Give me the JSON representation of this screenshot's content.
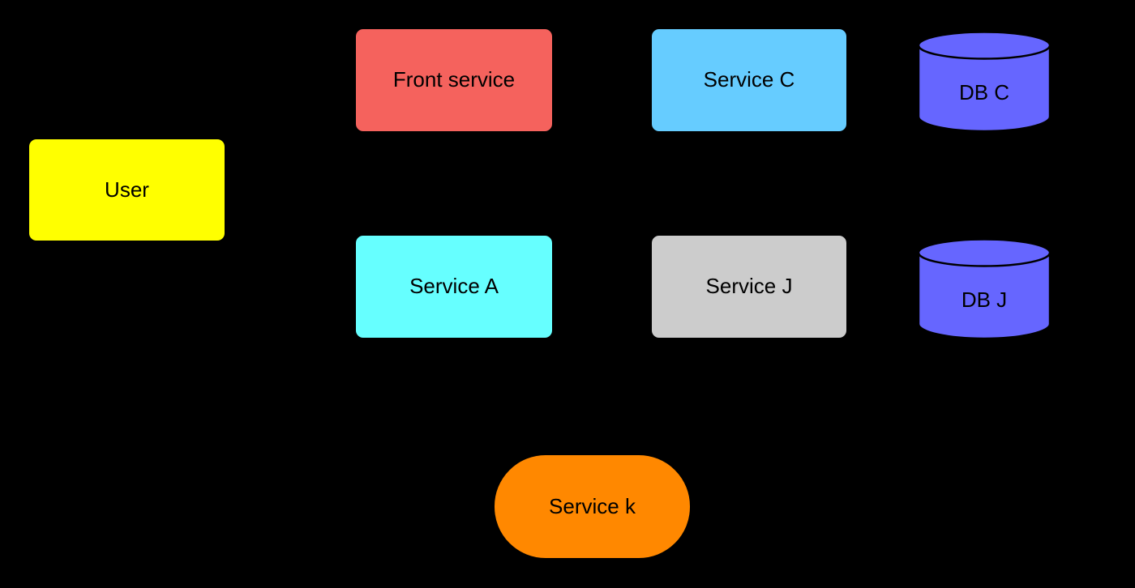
{
  "diagram": {
    "type": "flowchart",
    "background_color": "#000000",
    "text_color": "#000000",
    "nodes": [
      {
        "id": "front-service",
        "label": "Front service",
        "shape": "rounded-rectangle",
        "fill": "#F5625D"
      },
      {
        "id": "service-c",
        "label": "Service C",
        "shape": "rounded-rectangle",
        "fill": "#66CCFF"
      },
      {
        "id": "db-c",
        "label": "DB C",
        "shape": "cylinder",
        "fill": "#6666FF"
      },
      {
        "id": "user",
        "label": "User",
        "shape": "rounded-rectangle",
        "fill": "#FFFF00"
      },
      {
        "id": "service-a",
        "label": "Service A",
        "shape": "rounded-rectangle",
        "fill": "#66FFFF"
      },
      {
        "id": "service-j",
        "label": "Service J",
        "shape": "rounded-rectangle",
        "fill": "#CCCCCC"
      },
      {
        "id": "db-j",
        "label": "DB J",
        "shape": "cylinder",
        "fill": "#6666FF"
      },
      {
        "id": "service-k",
        "label": "Service k",
        "shape": "stadium",
        "fill": "#FF8800"
      }
    ]
  }
}
